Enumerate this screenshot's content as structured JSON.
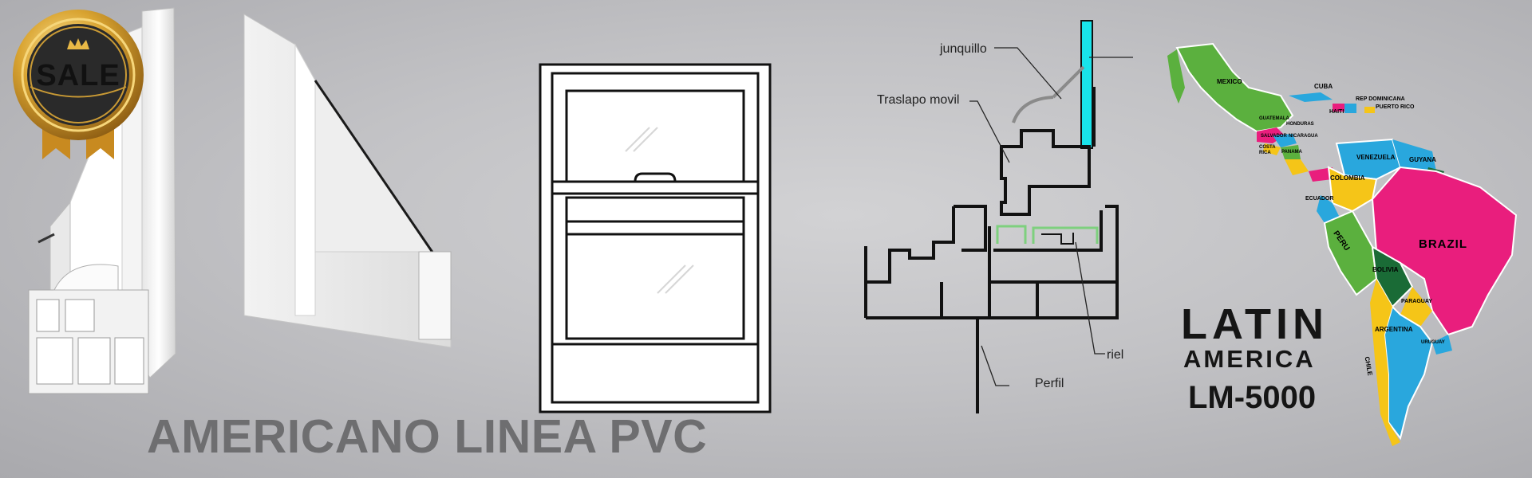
{
  "badge": {
    "label": "SALE"
  },
  "headline": "AMERICANO LINEA PVC",
  "diagram": {
    "callouts": {
      "junquillo": "junquillo",
      "traslapo": "Traslapo movil",
      "riel": "riel",
      "perfil": "Perfil"
    }
  },
  "map": {
    "title": "LATIN",
    "subtitle": "AMERICA",
    "countries": {
      "mexico": "MEXICO",
      "cuba": "CUBA",
      "haiti": "HAITI",
      "rep_dominicana": "REP DOMINICANA",
      "puerto_rico": "PUERTO RICO",
      "guatemala": "GUATEMALA",
      "honduras": "HONDURAS",
      "salvador": "SALVADOR",
      "nicaragua": "NICARAGUA",
      "costa_rica": "COSTA RICA",
      "panama": "PANAMA",
      "venezuela": "VENEZUELA",
      "guyana": "GUYANA",
      "colombia": "COLOMBIA",
      "ecuador": "ECUADOR",
      "peru": "PERU",
      "brazil": "BRAZIL",
      "bolivia": "BOLIVIA",
      "paraguay": "PARAGUAY",
      "argentina": "ARGENTINA",
      "chile": "CHILE",
      "uruguay": "URUGUAY"
    }
  },
  "model": "LM-5000",
  "colors": {
    "headline": "#6e6e70",
    "glass": "#19e3ea",
    "gasket": "#7ed07e",
    "gold": "#d9a431"
  }
}
